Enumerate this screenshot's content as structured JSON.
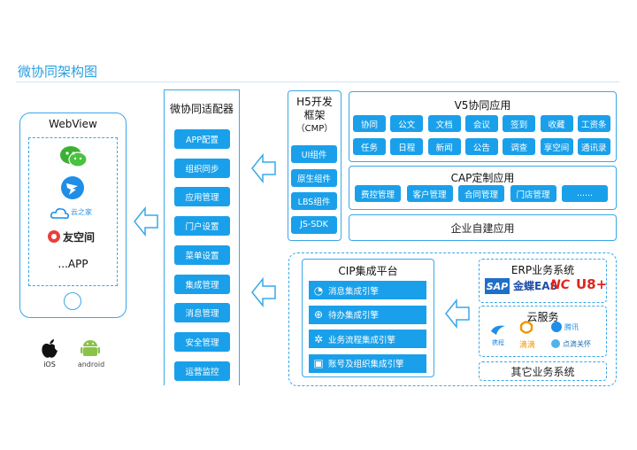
{
  "title": "微协同架构图",
  "webview": {
    "title": "WebView",
    "apps": [
      "云之家",
      "友空间",
      "...APP"
    ],
    "platforms": [
      "iOS",
      "android"
    ]
  },
  "adapter": {
    "title": "微协同适配器",
    "items": [
      "APP配置",
      "组织同步",
      "应用管理",
      "门户设置",
      "菜单设置",
      "集成管理",
      "消息管理",
      "安全管理",
      "运营监控"
    ]
  },
  "h5": {
    "title_line1": "H5开发",
    "title_line2": "框架",
    "title_line3": "（CMP）",
    "items": [
      "UI组件",
      "原生组件",
      "LBS组件",
      "JS-SDK"
    ]
  },
  "v5": {
    "title": "V5协同应用",
    "row1": [
      "协同",
      "公文",
      "文档",
      "会议",
      "签到",
      "收藏",
      "工资条"
    ],
    "row2": [
      "任务",
      "日程",
      "新闻",
      "公告",
      "调查",
      "享空间",
      "通讯录"
    ]
  },
  "cap": {
    "title": "CAP定制应用",
    "items": [
      "费控管理",
      "客户管理",
      "合同管理",
      "门店管理",
      "......"
    ]
  },
  "enterprise": {
    "label": "企业自建应用"
  },
  "cip": {
    "title": "CIP集成平台",
    "items": [
      "消息集成引擎",
      "待办集成引擎",
      "业务流程集成引擎",
      "账号及组织集成引擎"
    ]
  },
  "erp": {
    "title": "ERP业务系统",
    "logos": [
      "SAP",
      "金蝶EAS",
      "NC",
      "U8+"
    ]
  },
  "cloud": {
    "title": "云服务",
    "logos": [
      "携程",
      "滴滴",
      "腾讯",
      "点滴关怀"
    ]
  },
  "other": {
    "title": "其它业务系统"
  },
  "colors": {
    "accent": "#1aa0ea",
    "border": "#39a8e8",
    "title": "#2a9fe0"
  }
}
